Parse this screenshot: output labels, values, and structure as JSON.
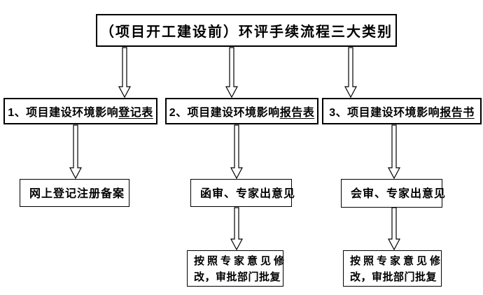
{
  "diagram": {
    "title": "（项目开工建设前）环评手续流程三大类别",
    "categories": [
      {
        "prefix": "1、项目建设环境影响",
        "suffix_underlined": "登记表"
      },
      {
        "prefix": "2、项目建设环境影响",
        "suffix_underlined": "报告表"
      },
      {
        "prefix": "3、项目建设环境影响",
        "suffix_underlined": "报告书"
      }
    ],
    "step2": [
      "网上登记注册备案",
      "函审、专家出意见",
      "会审、专家出意见"
    ],
    "step3": [
      {
        "line1": "按照专家意见修",
        "line2": "改，审批部门批复"
      },
      {
        "line1": "按照专家意见修",
        "line2": "改，审批部门批复"
      }
    ],
    "colors": {
      "border": "#000000",
      "background": "#ffffff",
      "text": "#000000"
    }
  }
}
